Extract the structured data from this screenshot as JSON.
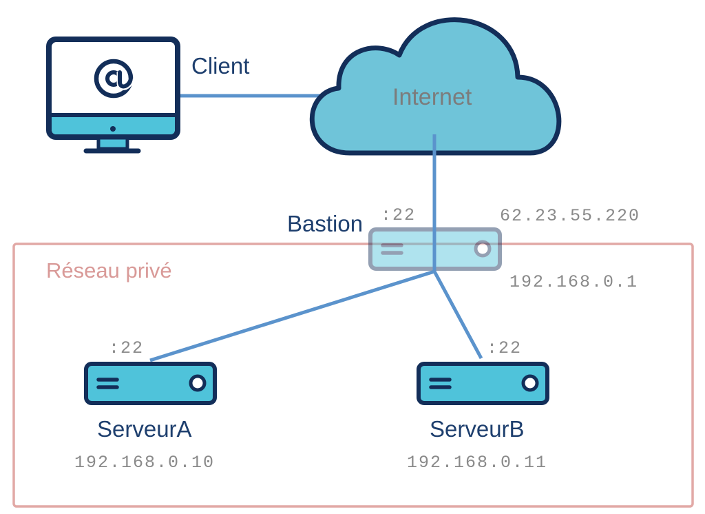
{
  "zone": {
    "label": "Réseau privé",
    "border_color": "#e2a9a6"
  },
  "client": {
    "label": "Client",
    "icon": "at-sign-icon"
  },
  "internet": {
    "label": "Internet",
    "fill": "#6fc4d9",
    "stroke": "#132e59"
  },
  "bastion": {
    "label": "Bastion",
    "port": ":22",
    "public_ip": "62.23.55.220",
    "private_ip": "192.168.0.1"
  },
  "servers": [
    {
      "label": "ServeurA",
      "port": ":22",
      "ip": "192.168.0.10"
    },
    {
      "label": "ServeurB",
      "port": ":22",
      "ip": "192.168.0.11"
    }
  ],
  "colors": {
    "link": "#5b93cc",
    "device_fill": "#4fc3da",
    "device_stroke": "#132e59"
  }
}
